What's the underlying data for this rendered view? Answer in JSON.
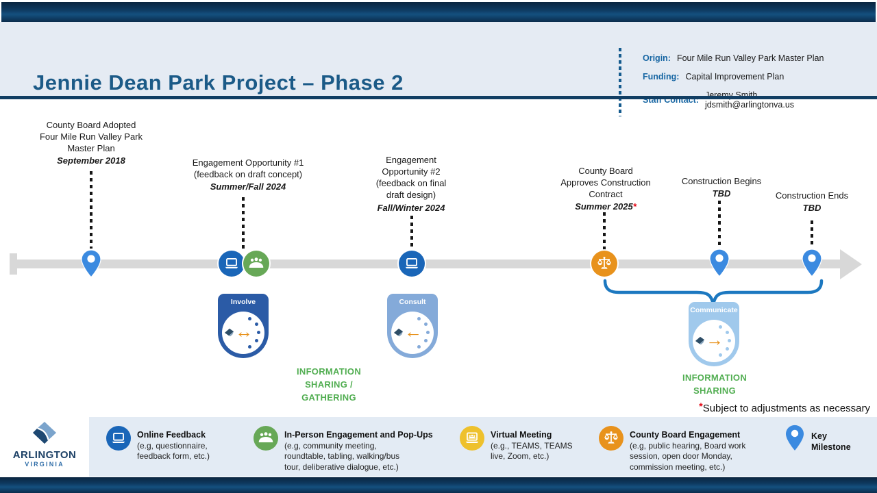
{
  "header": {
    "title": "Jennie Dean Park Project – Phase 2",
    "origin_label": "Origin:",
    "origin_value": "Four Mile Run Valley Park Master Plan",
    "funding_label": "Funding:",
    "funding_value": "Capital Improvement Plan",
    "contact_label": "Staff Contact:",
    "contact_name": "Jeremy Smith",
    "contact_email": "jdsmith@arlingtonva.us"
  },
  "timeline": {
    "milestones": [
      {
        "title": "County Board Adopted\nFour Mile Run Valley Park\nMaster Plan",
        "date": "September 2018"
      },
      {
        "title": "Engagement Opportunity #1\n(feedback on draft concept)",
        "date": "Summer/Fall 2024"
      },
      {
        "title": "Engagement\nOpportunity #2\n(feedback on final\ndraft design)",
        "date": "Fall/Winter 2024"
      },
      {
        "title": "County Board\nApproves Construction\nContract",
        "date": "Summer 2025",
        "asterisk": "*"
      },
      {
        "title": "Construction Begins",
        "date": "TBD"
      },
      {
        "title": "Construction Ends",
        "date": "TBD"
      }
    ]
  },
  "badges": [
    {
      "label": "Involve",
      "arrow": "↔"
    },
    {
      "label": "Consult",
      "arrow": "←"
    },
    {
      "label": "Communicate",
      "arrow": "→"
    }
  ],
  "notes": {
    "info_sharing_gathering": "INFORMATION\nSHARING /\nGATHERING",
    "info_sharing": "INFORMATION\nSHARING",
    "footnote_asterisk": "*",
    "footnote": "Subject to adjustments as necessary"
  },
  "legend": {
    "items": [
      {
        "icon": "laptop-icon",
        "title": "Online Feedback",
        "desc": "(e.g, questionnaire,\nfeedback form, etc.)"
      },
      {
        "icon": "people-icon",
        "title": "In-Person Engagement and Pop-Ups",
        "desc": "(e.g, community meeting,\nroundtable, tabling, walking/bus\ntour, deliberative dialogue, etc.)"
      },
      {
        "icon": "virtual-meeting-icon",
        "title": "Virtual Meeting",
        "desc": "(e.g., TEAMS, TEAMS\nlive, Zoom, etc.)"
      },
      {
        "icon": "scales-icon",
        "title": "County Board Engagement",
        "desc": "(e.g, public hearing, Board work\nsession, open door Monday,\ncommission meeting, etc.)"
      },
      {
        "icon": "milestone-pin-icon",
        "title": "Key\nMilestone",
        "desc": ""
      }
    ]
  },
  "logo": {
    "line1": "ARLINGTON",
    "line2": "VIRGINIA"
  },
  "colors": {
    "navy_bar": "#0e3a61",
    "header_bg": "#e5ebf3",
    "title_blue": "#1b5a87",
    "timeline_gray": "#d8d8d8",
    "circle_blue": "#1a66b8",
    "circle_green": "#67a857",
    "circle_orange": "#e8921c",
    "circle_yellow": "#eec12c",
    "pin_blue": "#3b8ae0",
    "badge_involve": "#2b5ba6",
    "badge_consult": "#84aad9",
    "badge_communicate": "#a0c9ec",
    "green_note": "#52ae52",
    "brace_blue": "#1c78c0",
    "red": "#e3000f"
  }
}
